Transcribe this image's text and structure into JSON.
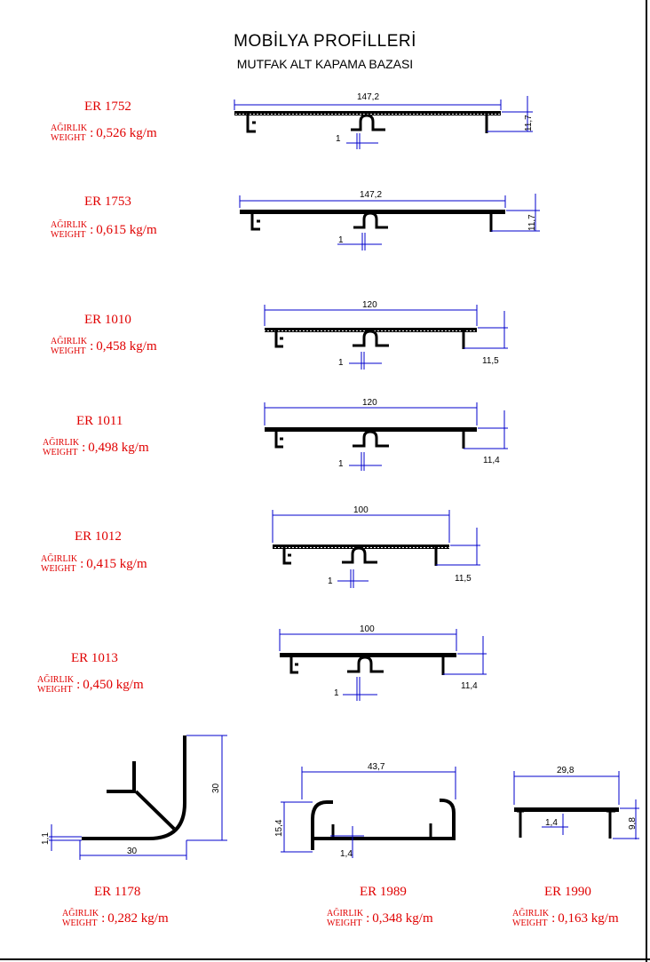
{
  "title": "MOBİLYA PROFİLLERİ",
  "subtitle": "MUTFAK ALT KAPAMA BAZASI",
  "weight_label_tr": "AĞIRLIK",
  "weight_label_en": "WEIGHT",
  "colon": ":",
  "colors": {
    "label": "#e00000",
    "dimension": "#0000cc",
    "profile": "#000000"
  },
  "profiles": [
    {
      "code": "ER 1752",
      "weight": "0,526 kg/m",
      "width": "147,2",
      "height": "11,7",
      "slot": "1"
    },
    {
      "code": "ER 1753",
      "weight": "0,615  kg/m",
      "width": "147,2",
      "height": "11,7",
      "slot": "1"
    },
    {
      "code": "ER 1010",
      "weight": "0,458  kg/m",
      "width": "120",
      "height": "11,5",
      "slot": "1"
    },
    {
      "code": "ER 1011",
      "weight": "0,498  kg/m",
      "width": "120",
      "height": "11,4",
      "slot": "1"
    },
    {
      "code": "ER 1012",
      "weight": "0,415  kg/m",
      "width": "100",
      "height": "11,5",
      "slot": "1"
    },
    {
      "code": "ER 1013",
      "weight": "0,450 kg/m",
      "width": "100",
      "height": "11,4",
      "slot": "1"
    },
    {
      "code": "ER 1178",
      "weight": "0,282  kg/m",
      "width": "30",
      "height": "30",
      "thickness": "1,1"
    },
    {
      "code": "ER 1989",
      "weight": "0,348  kg/m",
      "width": "43,7",
      "height": "15,4",
      "thickness": "1,4"
    },
    {
      "code": "ER 1990",
      "weight": "0,163  kg/m",
      "width": "29,8",
      "height": "9,8",
      "thickness": "1,4"
    }
  ]
}
